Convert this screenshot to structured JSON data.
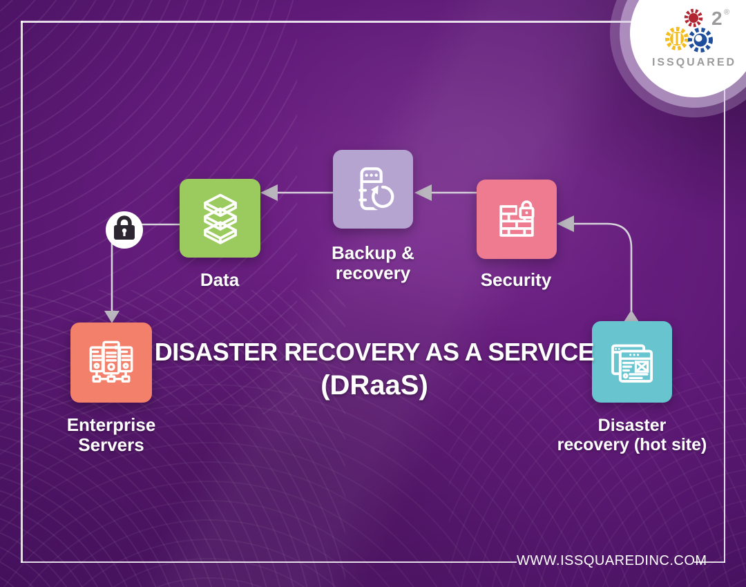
{
  "logo": {
    "brand": "ISSQUARED",
    "superscript": "2",
    "registered": "®"
  },
  "title": {
    "line1": "DISASTER RECOVERY AS A SERVICE",
    "line2": "(DRaaS)"
  },
  "footer": {
    "website": "WWW.ISSQUAREDINC.COM"
  },
  "diagram": {
    "nodes": [
      {
        "id": "enterprise-servers",
        "label": "Enterprise\nServers",
        "color": "#f3806a",
        "icon": "enterprise-servers-icon"
      },
      {
        "id": "data",
        "label": "Data",
        "color": "#9bcb5e",
        "icon": "data-stack-icon"
      },
      {
        "id": "backup-recovery",
        "label": "Backup &\nrecovery",
        "color": "#b5a3d0",
        "icon": "backup-recovery-icon"
      },
      {
        "id": "security",
        "label": "Security",
        "color": "#ee7b8f",
        "icon": "firewall-lock-icon"
      },
      {
        "id": "disaster-recovery",
        "label": "Disaster\nrecovery (hot site)",
        "color": "#68c5cf",
        "icon": "hot-site-browser-icon"
      }
    ],
    "flow": "disaster-recovery → security → backup-recovery → data → enterprise-servers",
    "badge_icon": "padlock-icon",
    "connector_color": "#d6d3da",
    "arrowhead_color": "#b9b6be"
  }
}
